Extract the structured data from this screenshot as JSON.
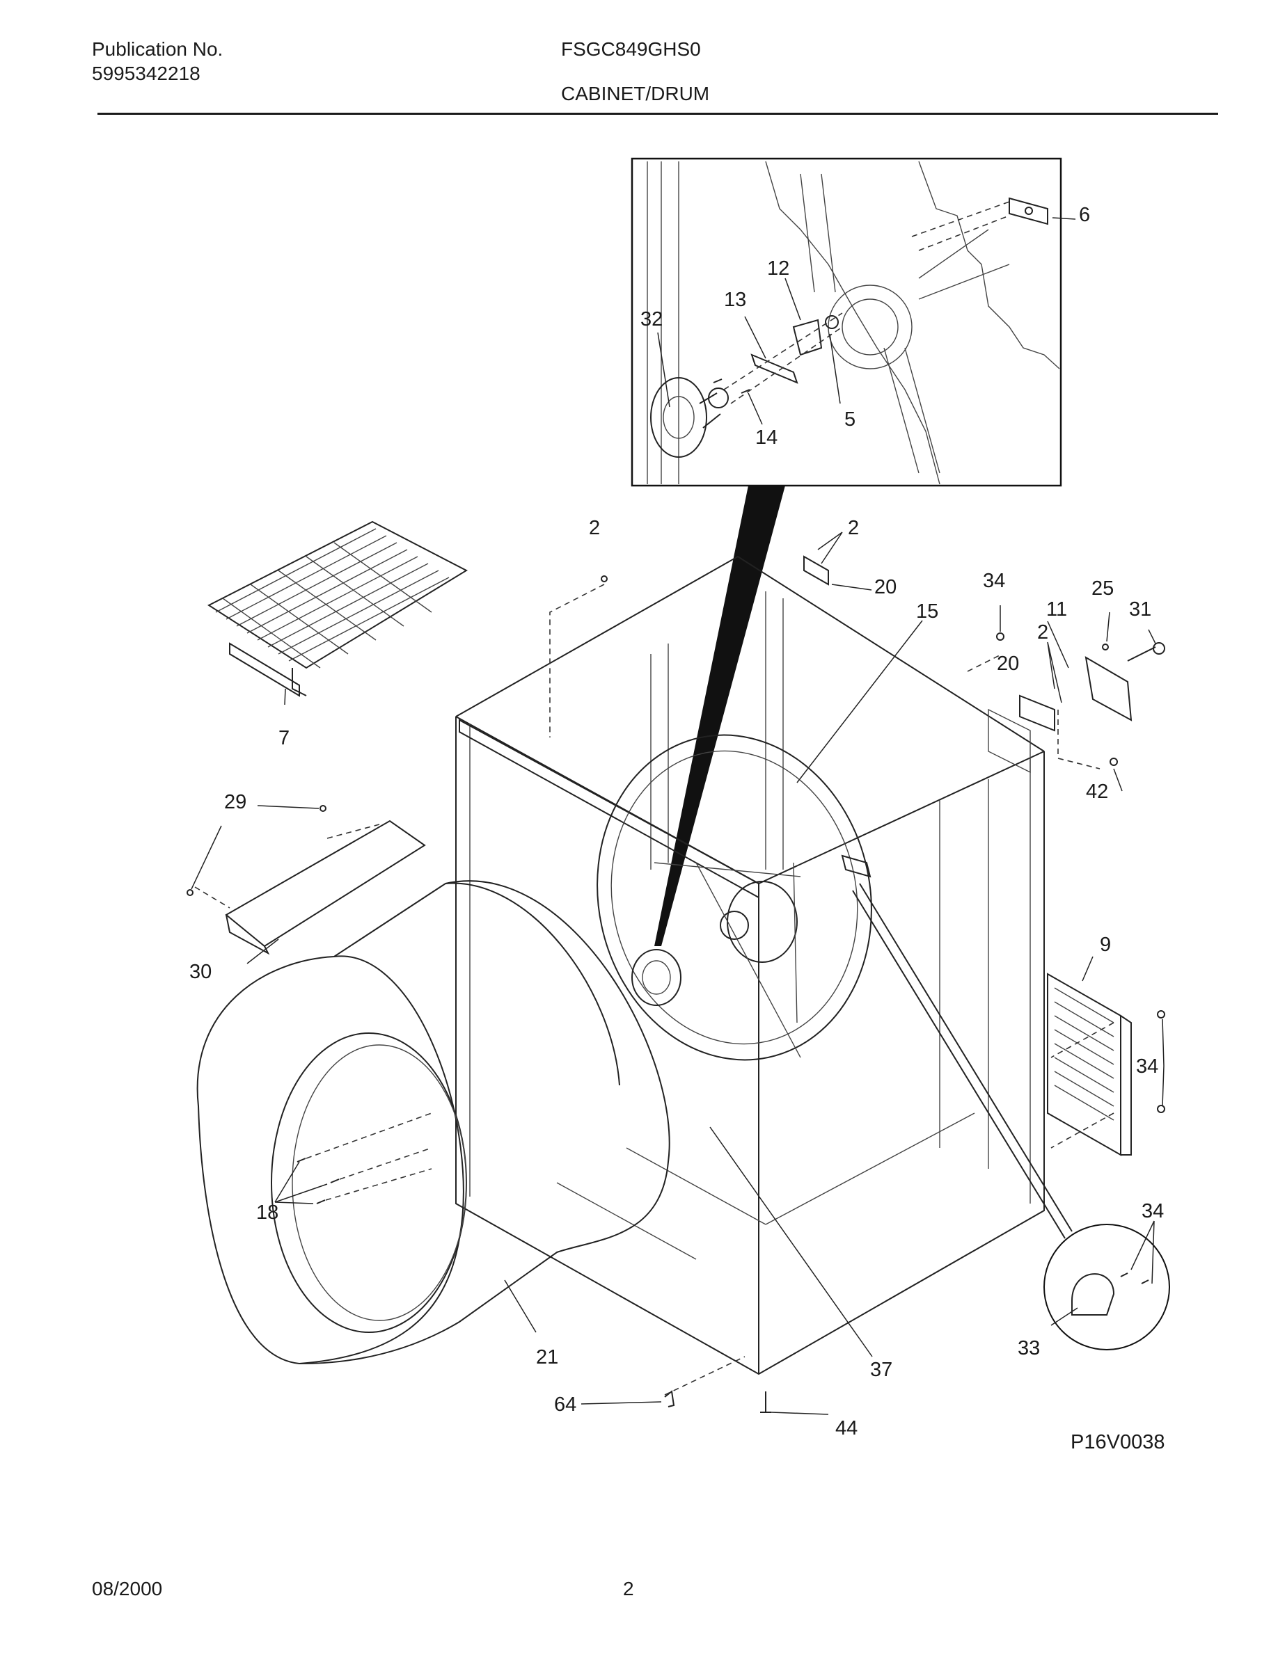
{
  "header": {
    "publication_label": "Publication No.",
    "publication_number": "5995342218",
    "model": "FSGC849GHS0",
    "section": "CABINET/DRUM"
  },
  "footer": {
    "date": "08/2000",
    "page": "2"
  },
  "diagram": {
    "drawing_code": "P16V0038",
    "part_labels": [
      "6",
      "12",
      "13",
      "32",
      "5",
      "14",
      "2",
      "2",
      "20",
      "34",
      "25",
      "31",
      "11",
      "15",
      "2",
      "20",
      "42",
      "7",
      "29",
      "30",
      "9",
      "34",
      "18",
      "34",
      "33",
      "21",
      "37",
      "64",
      "44"
    ]
  }
}
